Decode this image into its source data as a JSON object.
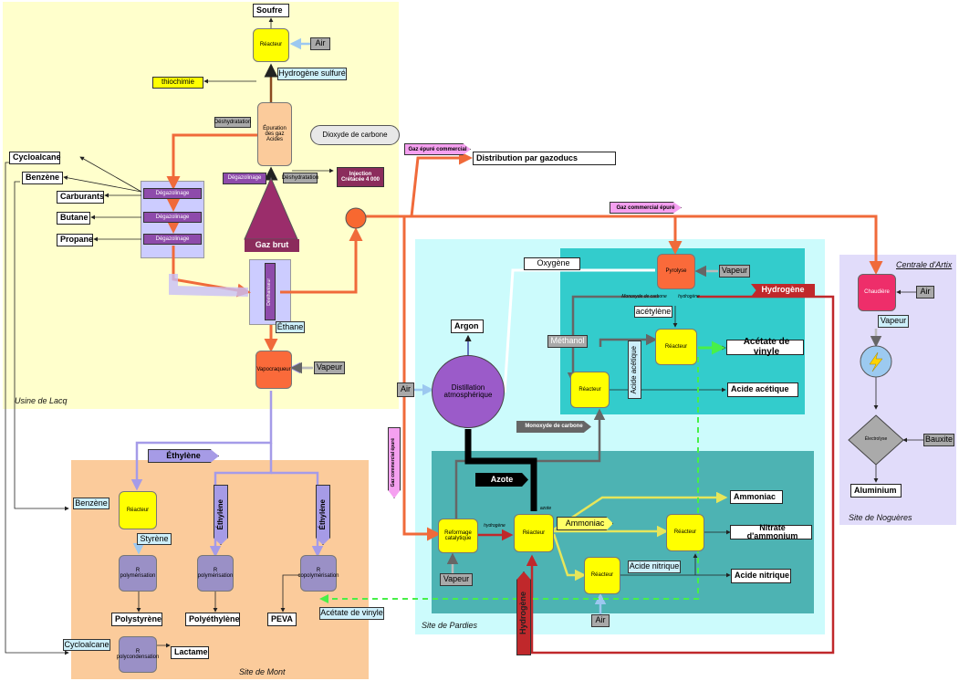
{
  "sites": {
    "lacq": "Usine de Lacq",
    "mont": "Site de Mont",
    "pardies": "Site de Pardies",
    "artix": "Centrale d'Artix",
    "nogueres": "Site de Noguères"
  },
  "nodes": {
    "soufre": "Soufre",
    "air_top": "Air",
    "reacteur_top": "Réacteur",
    "h2s": "Hydrogène sulfuré",
    "thiochimie": "thiochimie",
    "deshydratation1": "Déshydratation",
    "epuration": "Épuration des gaz Acides",
    "co2": "Dioxyde de carbone",
    "cycloalcane": "Cycloalcane",
    "benzene": "Benzène",
    "carburants": "Carburants",
    "butane": "Butane",
    "propane": "Propane",
    "degaz1": "Dégazolinage",
    "degaz2": "Dégazolinage",
    "degaz3": "Dégazolinage",
    "degaz4": "Dégazolinage",
    "deshydratation2": "Déshydratation",
    "injection": "Injection Crétacée 4 000",
    "gaz_brut": "Gaz brut",
    "gaz_epure_commercial": "Gaz épuré commercial",
    "distribution": "Distribution par gazoducs",
    "gaz_commercial_epure": "Gaz commercial épuré",
    "deethaniseur": "Déethaniseur",
    "ethane": "Éthane",
    "vapocraqueur": "Vapocraqueur",
    "vapeur_lacq": "Vapeur",
    "oxygene": "Oxygène",
    "pyrolyse": "Pyrolyse",
    "vapeur_pyro": "Vapeur",
    "hydrogene_tag": "Hydrogène",
    "monoxyde_label": "Monoxyde de carbone",
    "hydrogene_label": "hydrogène",
    "acetylene": "acétylène",
    "argon": "Argon",
    "methanol": "Méthanol",
    "reacteur_av": "Réacteur",
    "acetate_vinyle": "Acétate de vinyle",
    "acide_acetique_v": "Acide acétique",
    "reacteur_aa": "Réacteur",
    "acide_acetique": "Acide acétique",
    "air_pardies": "Air",
    "distillation": "Distillation atmosphérique",
    "monoxyde_carbone": "Monoxyde de carbone",
    "gaz_commercial_v": "Gaz commercial épuré",
    "azote": "Azote",
    "azote_label": "azote",
    "hydrogene_small": "hydrogène",
    "reformage": "Reformage catalytique",
    "vapeur_pardies": "Vapeur",
    "reacteur_amm": "Réacteur",
    "ammoniac": "Ammoniac",
    "ammoniac_tag": "Ammoniac",
    "reacteur_nitrate": "Réacteur",
    "nitrate": "Nitrate d'ammonium",
    "reacteur_an": "Réacteur",
    "acide_nitrique_label": "Acide nitrique",
    "acide_nitrique": "Acide nitrique",
    "air_an": "Air",
    "hydrogene_v": "Hydrogène",
    "chaudiere": "Chaudière",
    "air_artix": "Air",
    "vapeur_artix": "Vapeur",
    "electrolyse": "Électrolyse",
    "bauxite": "Bauxite",
    "aluminium": "Aluminium",
    "ethylene_h": "Éthylène",
    "ethylene_v1": "Éthylène",
    "ethylene_v2": "Éthylène",
    "benzene_mont": "Benzène",
    "reacteur_mont": "Réacteur",
    "styrene": "Styrène",
    "r_poly1": "R polymérisation",
    "r_poly2": "R polymérisation",
    "r_copoly": "R copolymérisation",
    "r_polycond": "R polycondensation",
    "polystyrene": "Polystyrène",
    "polyethylene": "Polyéthylène",
    "peva": "PEVA",
    "acetate_vinyle_mont": "Acétate de vinyle",
    "cycloalcane_mont": "Cycloalcane",
    "lactame": "Lactame"
  },
  "colors": {
    "lacq": "#ffffcc",
    "mont": "#fbcb9b",
    "pardies": "#ccfbfc",
    "pardies_top": "#33cccc",
    "pardies_bottom": "#4db3b3",
    "artix": "#e1dcfa"
  }
}
